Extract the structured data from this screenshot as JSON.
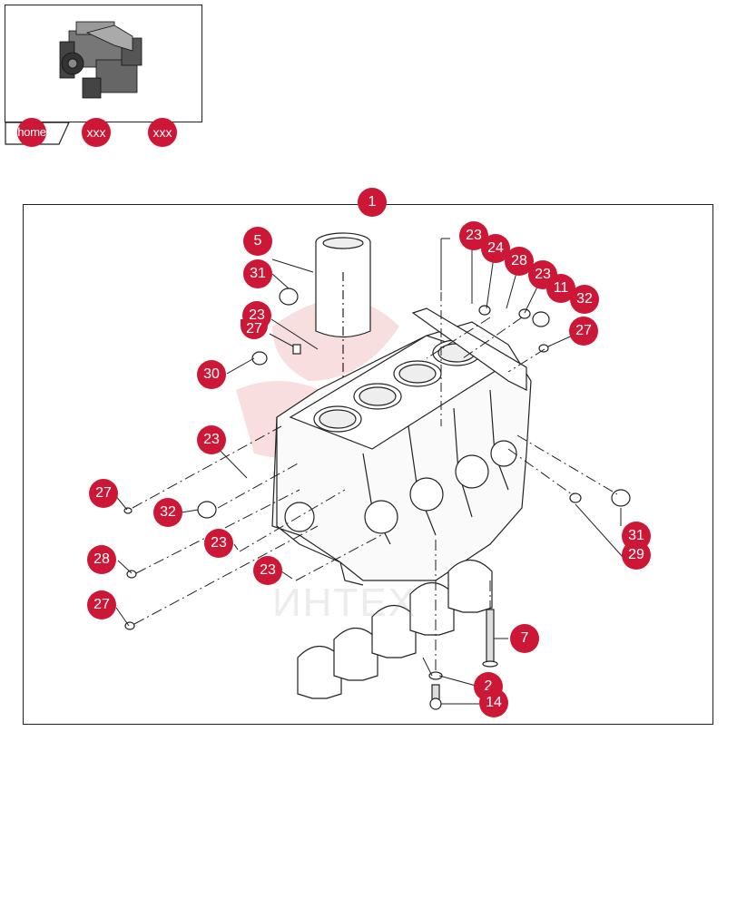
{
  "nav": {
    "home_label": "home",
    "crumb1_label": "xxx",
    "crumb2_label": "xxx"
  },
  "diagram": {
    "main_label": "1",
    "watermark": "ИНТЕХ",
    "colors": {
      "callout": "#cc1836",
      "line": "#222222",
      "watermark_red": "#f3c4c4"
    },
    "callouts": [
      "5",
      "31",
      "23",
      "27",
      "30",
      "23",
      "24",
      "28",
      "23",
      "11",
      "32",
      "27",
      "23",
      "27",
      "32",
      "28",
      "23",
      "23",
      "27",
      "31",
      "29",
      "7",
      "2",
      "14"
    ]
  },
  "icons": {
    "thumbnail": "engine-thumbnail-icon"
  }
}
